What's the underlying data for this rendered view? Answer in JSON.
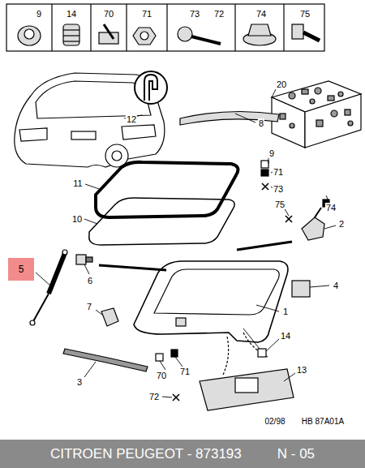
{
  "diagram": {
    "nodes": [
      {
        "text": [
          "5"
        ]
      },
      {
        "text": [
          "CITROEN PEUGEOT - 873193",
          "N - 05"
        ]
      }
    ],
    "labels": [
      "9",
      "14",
      "70",
      "71",
      "73",
      "72",
      "74",
      "75",
      "20",
      "12",
      "8",
      "9",
      "71",
      "73",
      "11",
      "74",
      "75",
      "2",
      "10",
      "6",
      "4",
      "7",
      "1",
      "14",
      "3",
      "70",
      "71",
      "13",
      "72",
      "02/98",
      "HB 87A01A"
    ]
  }
}
